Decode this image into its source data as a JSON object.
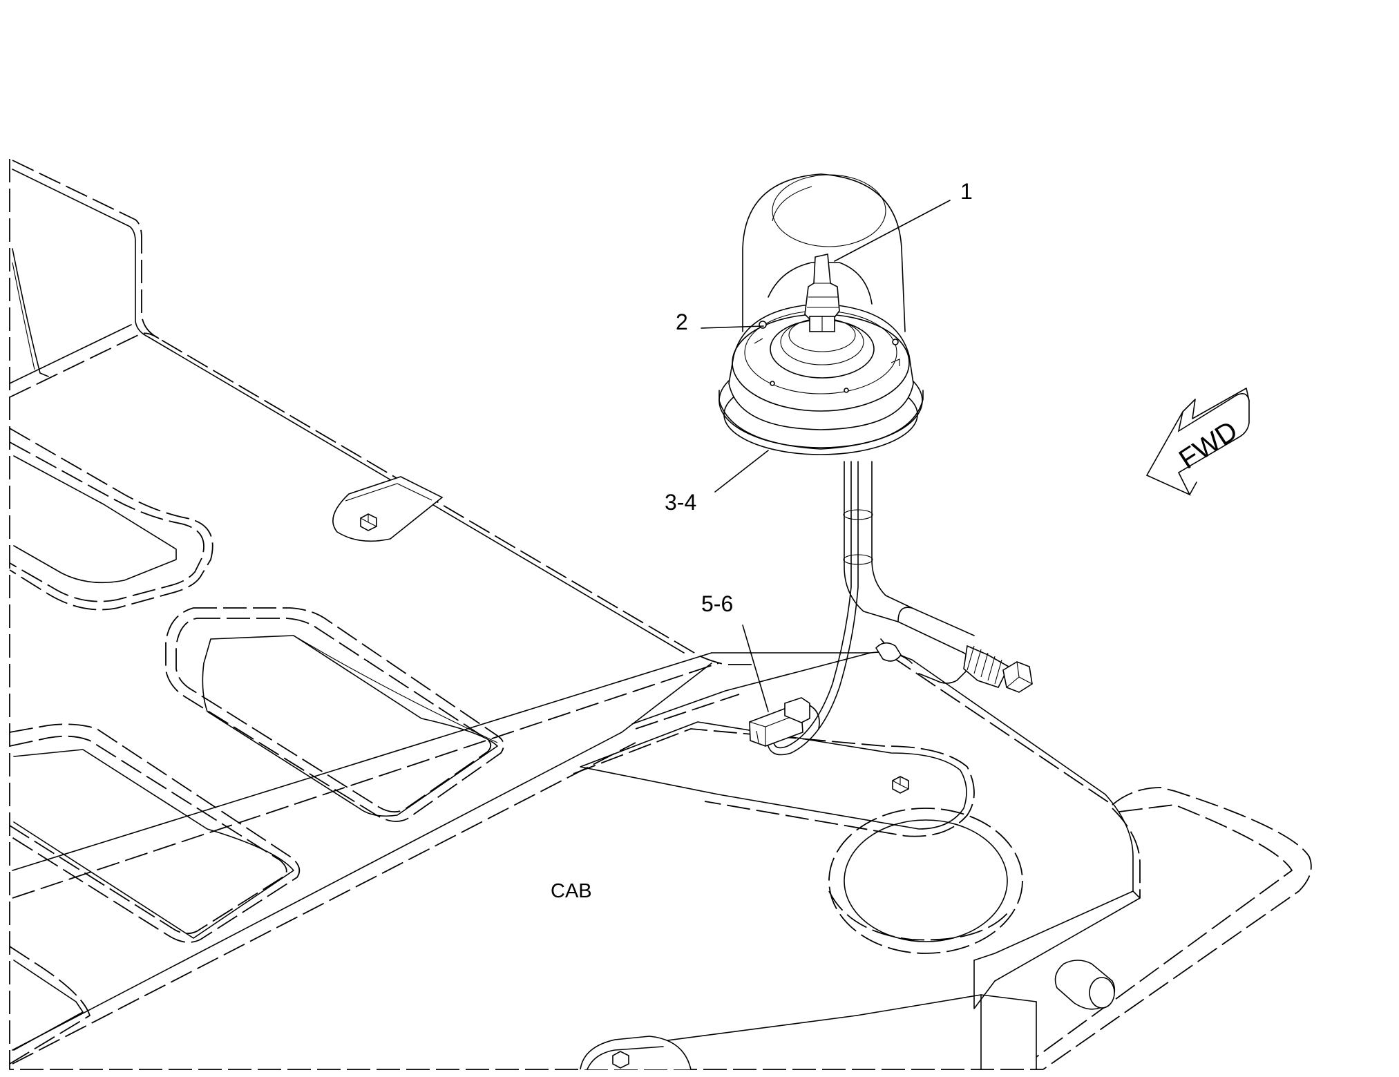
{
  "callouts": [
    {
      "id": "1",
      "text": "1"
    },
    {
      "id": "2",
      "text": "2"
    },
    {
      "id": "3-4",
      "text": "3-4"
    },
    {
      "id": "5-6",
      "text": "5-6"
    }
  ],
  "area_label": "CAB",
  "direction_arrow": {
    "text": "FWD",
    "icon": "forward-arrow-icon"
  }
}
